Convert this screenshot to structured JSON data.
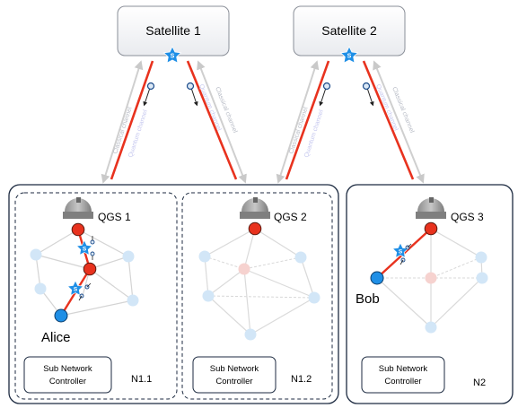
{
  "satellites": [
    {
      "id": "s1",
      "label": "Satellite 1"
    },
    {
      "id": "s2",
      "label": "Satellite 2"
    }
  ],
  "ground_stations": [
    {
      "id": "g1",
      "label": "QGS 1"
    },
    {
      "id": "g2",
      "label": "QGS 2"
    },
    {
      "id": "g3",
      "label": "QGS 3"
    }
  ],
  "channels": {
    "classical": "Classical channel",
    "quantum": "Quantum channel"
  },
  "users": {
    "alice": "Alice",
    "bob": "Bob"
  },
  "controllers": [
    {
      "label_line1": "Sub Network",
      "label_line2": "Controller",
      "network": "N1.1"
    },
    {
      "label_line1": "Sub Network",
      "label_line2": "Controller",
      "network": "N1.2"
    },
    {
      "label_line1": "Sub Network",
      "label_line2": "Controller",
      "network": "N2"
    }
  ],
  "source_symbol": "S",
  "colors": {
    "quantum_link": "#e8321e",
    "classical_link": "#c9c9c9",
    "active_node": "#e8321e",
    "user_node": "#1f8fe6",
    "faded_node": "#d2e6f7",
    "faded_red_node": "#f6d2cf",
    "star": "#1f8fe6",
    "photon": "#1a4a8a"
  }
}
